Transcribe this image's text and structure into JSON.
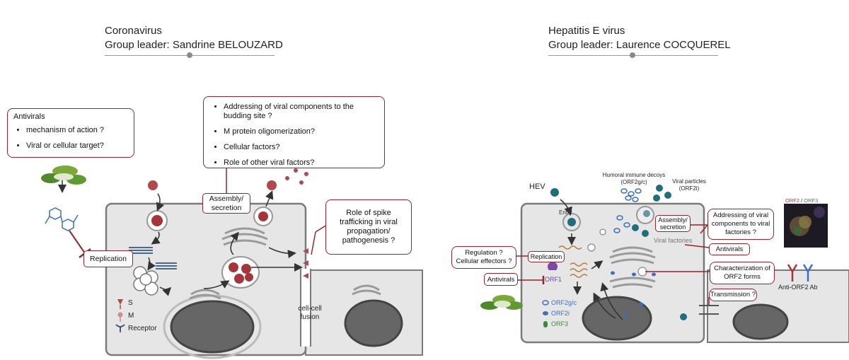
{
  "coronavirus": {
    "title": "Coronavirus",
    "leader": "Group leader: Sandrine BELOUZARD",
    "antivirals_box": {
      "heading": "Antivirals",
      "items": [
        "mechanism of action ?",
        "Viral or cellular target?"
      ]
    },
    "assembly_questions": [
      "Addressing of viral components to the budding site ?",
      "M protein oligomerization?",
      "Cellular factors?",
      "Role of other viral factors?"
    ],
    "replication_label": "Replication",
    "assembly_label": "Assembly/ secretion",
    "spike_box": "Role of spike trafficking  in viral propagation/ pathogenesis ?",
    "fusion_label": "cell-cell fusion",
    "legend": {
      "s": "S",
      "m": "M",
      "receptor": "Receptor"
    }
  },
  "hev": {
    "title": "Hepatitis E virus",
    "leader": "Group leader: Laurence COCQUEREL",
    "virus_label": "HEV",
    "entry_label": "Entry",
    "decoys_label": "Humoral immune decoys (ORF2g/c)",
    "particles_label": "Viral particles (ORF2i)",
    "assembly_label": "Assembly/ secretion",
    "addressing_box": "Addressing of viral components to viral factories ?",
    "factories_label": "Viral factories",
    "antivirals_label": "Antivirals",
    "regulation_box": "Regulation ? Cellular effectors ?",
    "replication_label": "Replication",
    "antivirals_left": "Antivirals",
    "orf1_label": "ORF1",
    "characterization_box": "Characterization of ORF2 forms",
    "transmission_box": "Transmission ?",
    "legend": {
      "orf2gc": "ORF2g/c",
      "orf2i": "ORF2i",
      "orf3": "ORF3"
    },
    "micrograph_orf2": "ORF2",
    "micrograph_slash": " / ",
    "micrograph_orf3": "ORF3",
    "antibody_label": "Anti-ORF2 Ab"
  },
  "colors": {
    "accent": "#9b2226",
    "virus_red": "#b5474b",
    "hev_teal": "#1f6e7e",
    "orf_blue": "#3a6fc4",
    "orf3_green": "#3a8a3a",
    "cell_fill": "#e6e6e6"
  }
}
